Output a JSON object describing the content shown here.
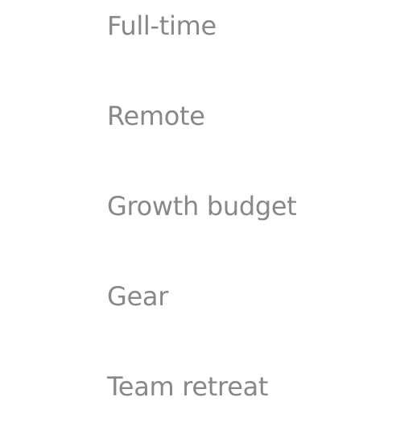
{
  "benefits": {
    "items": [
      {
        "label": "Full-time"
      },
      {
        "label": "Remote"
      },
      {
        "label": "Growth budget"
      },
      {
        "label": "Gear"
      },
      {
        "label": "Team retreat"
      }
    ]
  },
  "colors": {
    "background": "#ffffff",
    "text": "#888888"
  }
}
